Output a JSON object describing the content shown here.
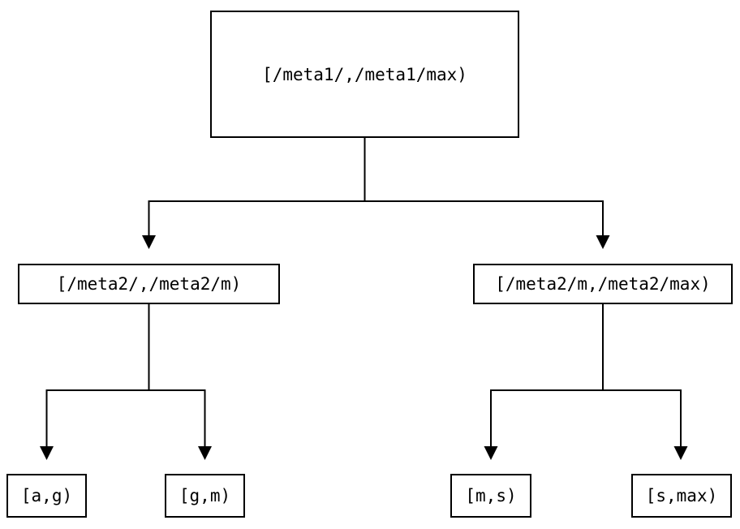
{
  "diagram": {
    "type": "tree",
    "background_color": "#ffffff",
    "line_color": "#000000",
    "nodes": {
      "root": "[/meta1/,/meta1/max)",
      "left": "[/meta2/,/meta2/m)",
      "right": "[/meta2/m,/meta2/max)",
      "leaf_ag": "[a,g)",
      "leaf_gm": "[g,m)",
      "leaf_ms": "[m,s)",
      "leaf_smax": "[s,max)"
    },
    "edges": [
      {
        "from": "root",
        "to": "left"
      },
      {
        "from": "root",
        "to": "right"
      },
      {
        "from": "left",
        "to": "leaf_ag"
      },
      {
        "from": "left",
        "to": "leaf_gm"
      },
      {
        "from": "right",
        "to": "leaf_ms"
      },
      {
        "from": "right",
        "to": "leaf_smax"
      }
    ]
  }
}
